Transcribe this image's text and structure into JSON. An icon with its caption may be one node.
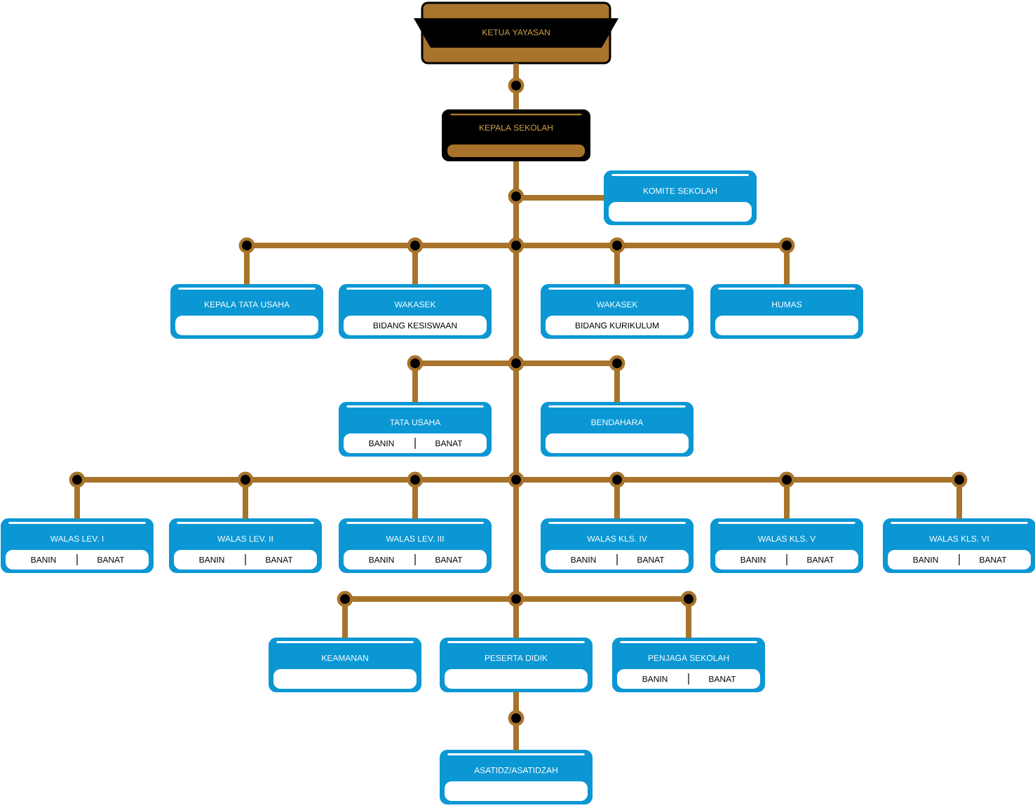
{
  "diagram": {
    "nodes": [
      {
        "text": [
          "KETUA YAYASAN"
        ]
      },
      {
        "text": [
          "KEPALA SEKOLAH"
        ]
      },
      {
        "text": [
          "KOMITE SEKOLAH"
        ]
      },
      {
        "text": [
          "KEPALA TATA USAHA"
        ]
      },
      {
        "text": [
          "WAKASEK",
          "BIDANG KESISWAAN"
        ]
      },
      {
        "text": [
          "WAKASEK",
          "BIDANG KURIKULUM"
        ]
      },
      {
        "text": [
          "HUMAS"
        ]
      },
      {
        "text": [
          "TATA USAHA",
          "BANIN",
          "BANAT"
        ]
      },
      {
        "text": [
          "BENDAHARA"
        ]
      },
      {
        "text": [
          "WALAS LEV. I",
          "BANIN",
          "BANAT"
        ]
      },
      {
        "text": [
          "WALAS LEV. II",
          "BANIN",
          "BANAT"
        ]
      },
      {
        "text": [
          "WALAS LEV. III",
          "BANIN",
          "BANAT"
        ]
      },
      {
        "text": [
          "WALAS KLS. IV",
          "BANIN",
          "BANAT"
        ]
      },
      {
        "text": [
          "WALAS KLS. V",
          "BANIN",
          "BANAT"
        ]
      },
      {
        "text": [
          "WALAS KLS. VI",
          "BANIN",
          "BANAT"
        ]
      },
      {
        "text": [
          "KEAMANAN"
        ]
      },
      {
        "text": [
          "PESERTA DIDIK"
        ]
      },
      {
        "text": [
          "PENJAGA SEKOLAH",
          "BANIN",
          "BANAT"
        ]
      },
      {
        "text": [
          "ASATIDZ/ASATIDZAH"
        ]
      }
    ],
    "edges": [
      {
        "from": 0,
        "to": 1,
        "arrow": "none"
      },
      {
        "from": 1,
        "to": 2,
        "arrow": "none"
      },
      {
        "from": 1,
        "to": 3,
        "arrow": "none"
      },
      {
        "from": 1,
        "to": 4,
        "arrow": "none"
      },
      {
        "from": 1,
        "to": 5,
        "arrow": "none"
      },
      {
        "from": 1,
        "to": 6,
        "arrow": "none"
      },
      {
        "from": 1,
        "to": 7,
        "arrow": "none"
      },
      {
        "from": 1,
        "to": 8,
        "arrow": "none"
      },
      {
        "from": 1,
        "to": 9,
        "arrow": "none"
      },
      {
        "from": 1,
        "to": 10,
        "arrow": "none"
      },
      {
        "from": 1,
        "to": 11,
        "arrow": "none"
      },
      {
        "from": 1,
        "to": 12,
        "arrow": "none"
      },
      {
        "from": 1,
        "to": 13,
        "arrow": "none"
      },
      {
        "from": 1,
        "to": 14,
        "arrow": "none"
      },
      {
        "from": 1,
        "to": 15,
        "arrow": "none"
      },
      {
        "from": 1,
        "to": 16,
        "arrow": "none"
      },
      {
        "from": 1,
        "to": 17,
        "arrow": "none"
      },
      {
        "from": 16,
        "to": 18,
        "arrow": "none"
      }
    ]
  }
}
